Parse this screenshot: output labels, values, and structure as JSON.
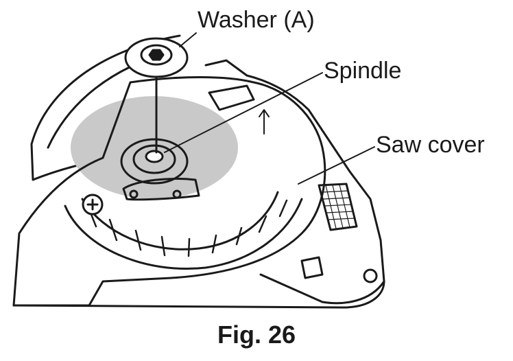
{
  "figure": {
    "caption": "Fig. 26",
    "labels": {
      "washer": "Washer (A)",
      "spindle": "Spindle",
      "saw_cover": "Saw cover"
    },
    "colors": {
      "line": "#1a1a1a",
      "highlight": "#c9c9c9",
      "background": "#ffffff"
    }
  }
}
